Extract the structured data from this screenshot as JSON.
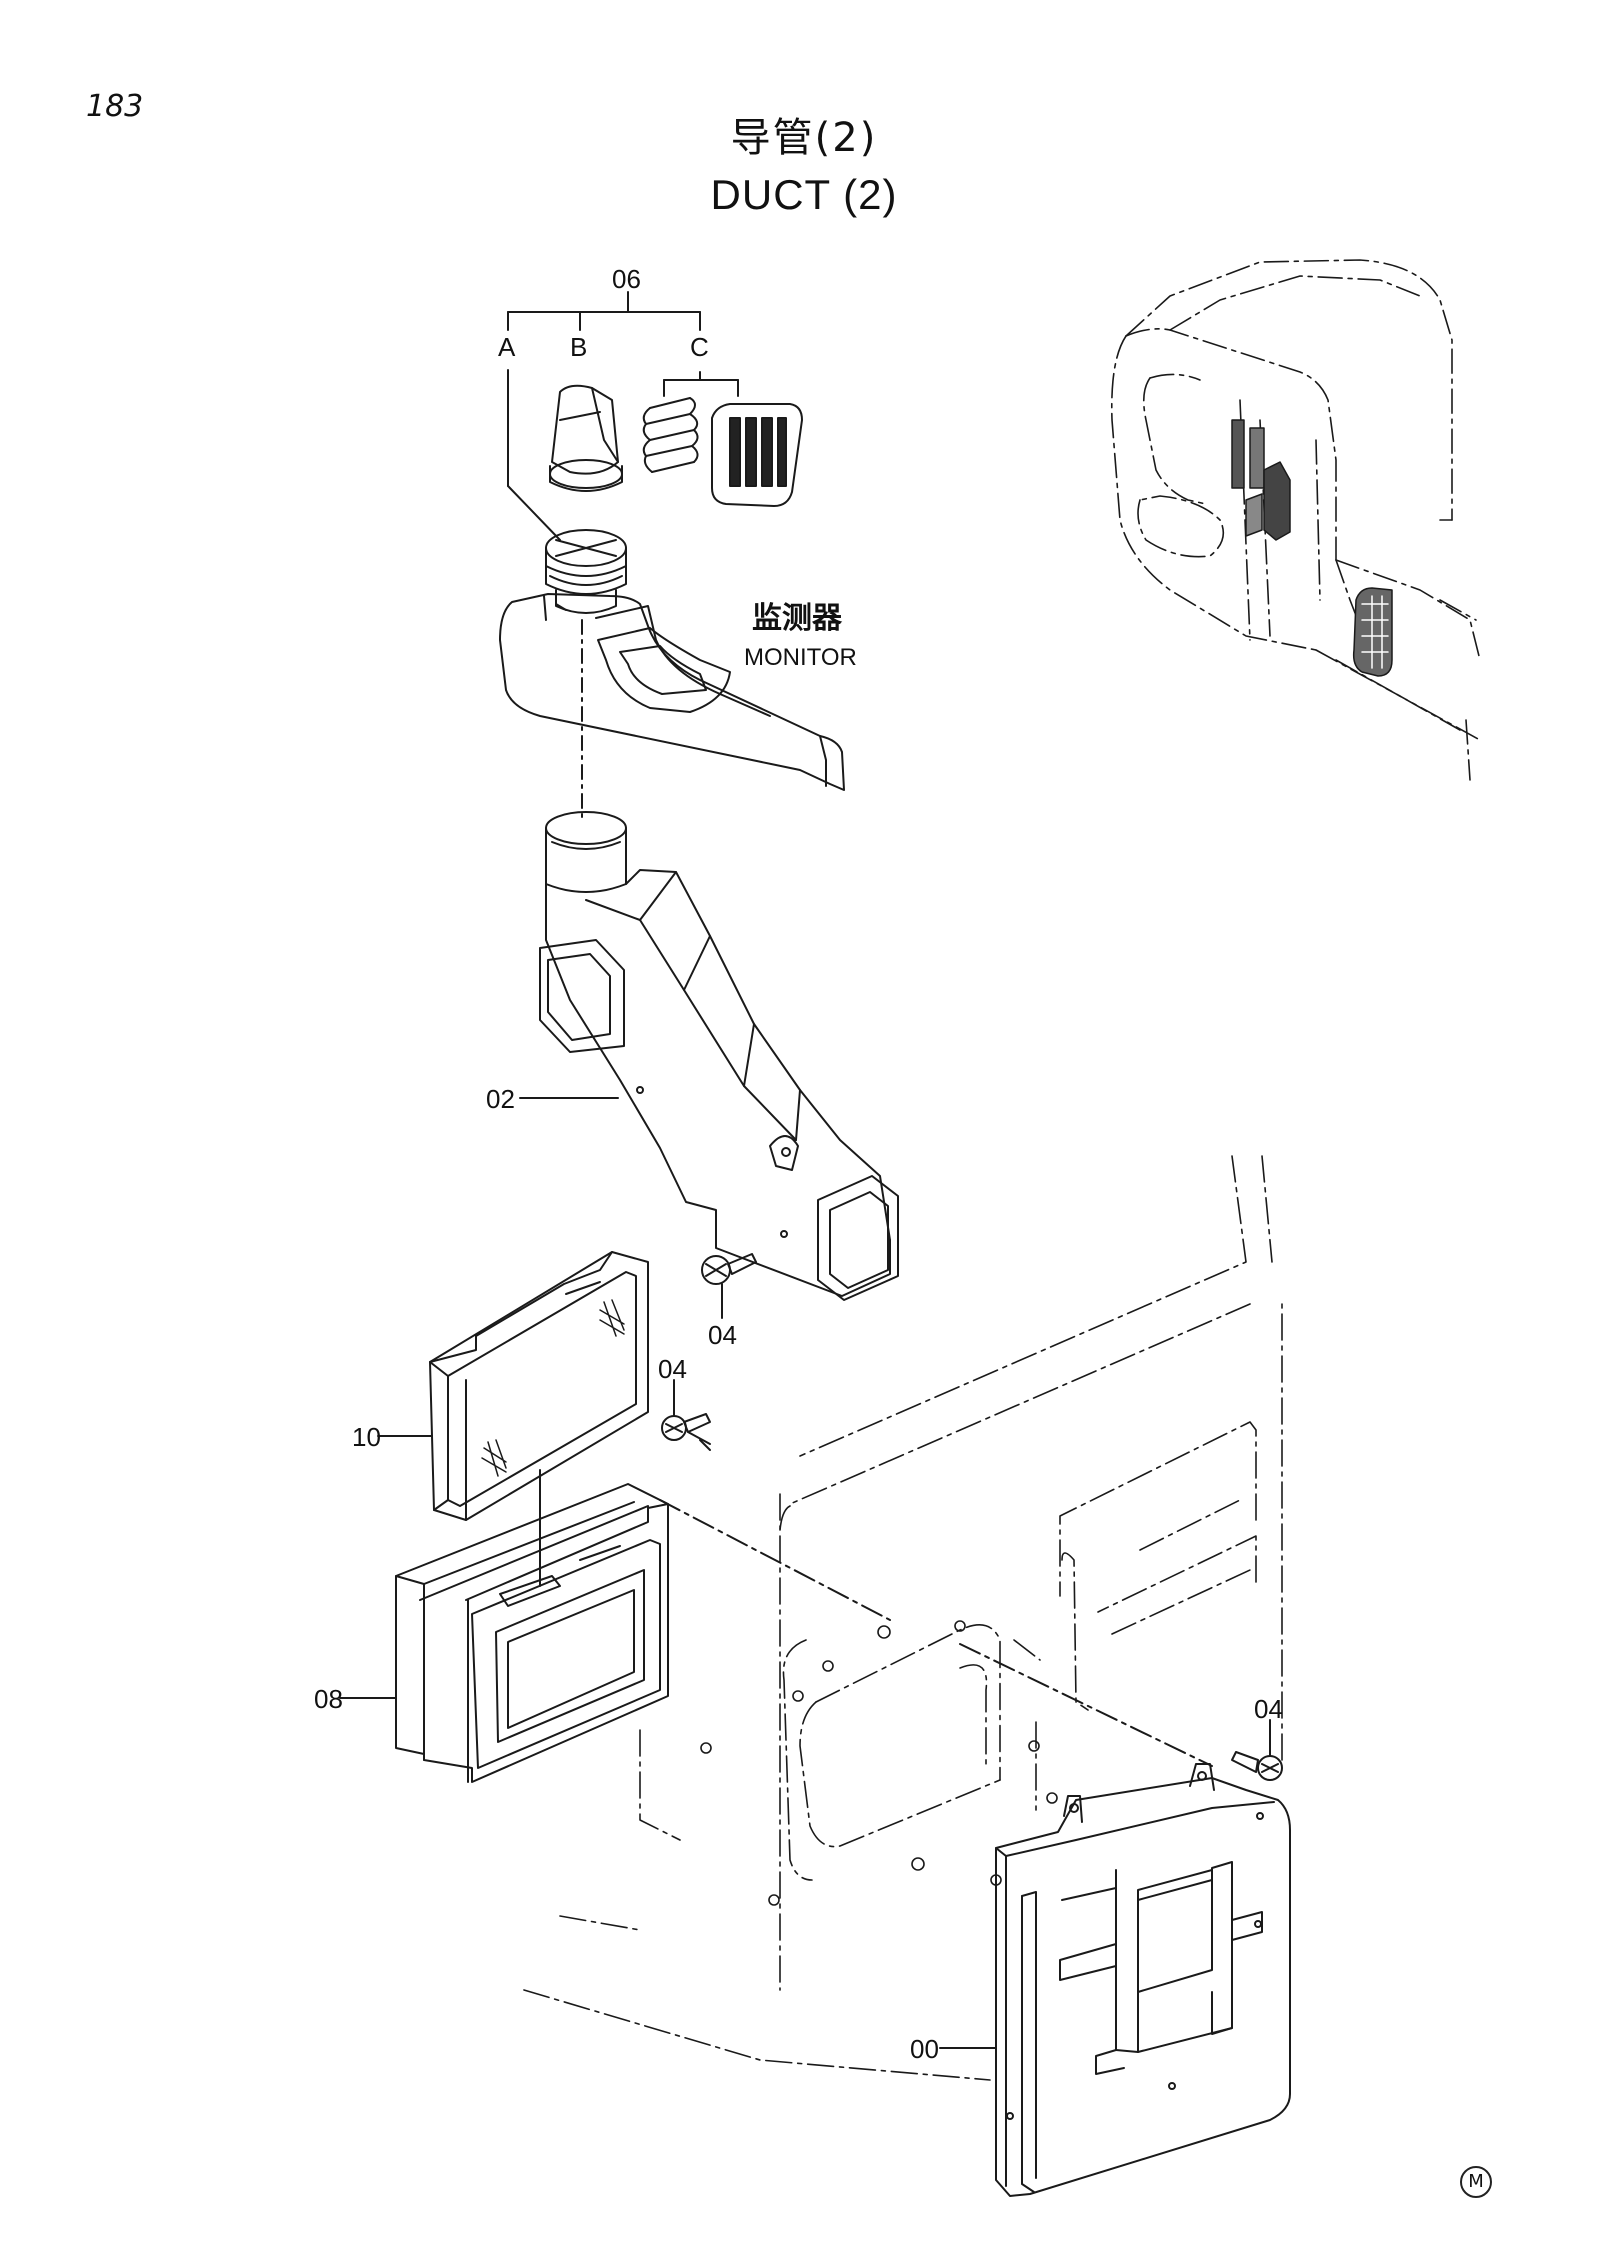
{
  "page_number": "183",
  "title": {
    "chinese": "导管(2)",
    "english": "DUCT (2)"
  },
  "monitor_label": {
    "chinese": "监测器",
    "english": "MONITOR"
  },
  "callouts": {
    "c06": "06",
    "cA": "A",
    "cB": "B",
    "cC": "C",
    "c02": "02",
    "c04_a": "04",
    "c04_b": "04",
    "c04_c": "04",
    "c10": "10",
    "c08": "08",
    "c00": "00"
  },
  "corner_mark": "M"
}
